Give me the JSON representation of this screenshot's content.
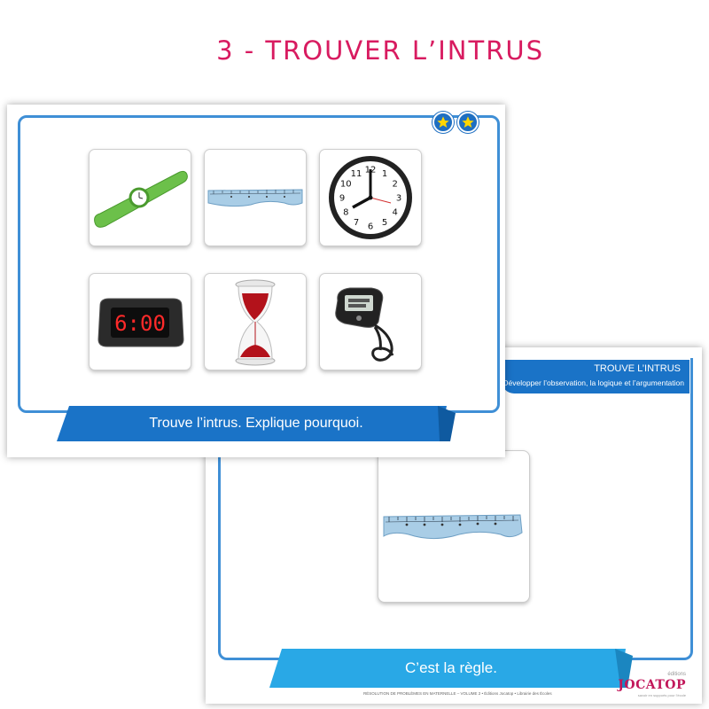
{
  "heading": "3 - TROUVER L’INTRUS",
  "back_card": {
    "header_title": "TROUVE L’INTRUS",
    "header_subtitle": "Développer l’observation, la logique et l’argumentation",
    "banner_text": "C’est la règle.",
    "footer_text": "RÉSOLUTION DE PROBLÈMES EN MATERNELLE – VOLUME 2 • Éditions Jocatop • Librairie des Écoles",
    "logo_small": "éditions",
    "logo_name": "JOCATOP",
    "logo_tagline": "savoir en supports pour l’école",
    "tile_item": "ruler-image"
  },
  "front_card": {
    "stars": 2,
    "banner_text": "Trouve l’intrus. Explique pourquoi.",
    "tiles": [
      "slap-watch-image",
      "ruler-image",
      "wall-clock-image",
      "alarm-clock-image",
      "hourglass-image",
      "stopwatch-image"
    ],
    "clock_numbers": [
      "12",
      "1",
      "2",
      "3",
      "4",
      "5",
      "6",
      "7",
      "8",
      "9",
      "10",
      "11"
    ],
    "alarm_display": "6:00"
  },
  "colors": {
    "heading": "#d81b60",
    "blue": "#1a73c7",
    "frame": "#3f8fd6",
    "logo": "#c2185b"
  }
}
